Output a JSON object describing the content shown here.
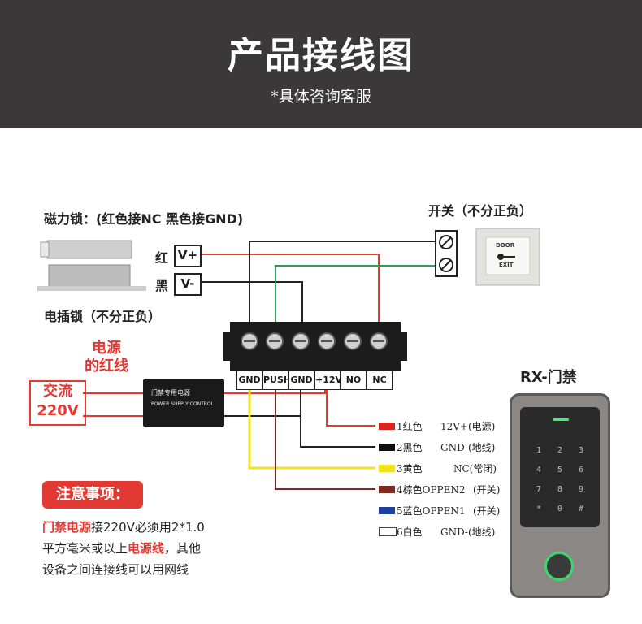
{
  "header": {
    "title": "产品接线图",
    "subtitle": "*具体咨询客服"
  },
  "maglock": {
    "title": "磁力锁：(红色接NC 黑色接GND)",
    "caption": "电插锁（不分正负）",
    "red_mark": "红",
    "black_mark": "黑",
    "vplus": "V+",
    "vminus": "V-"
  },
  "exit_switch": {
    "title": "开关（不分正负）",
    "button_top": "DOOR",
    "button_bottom": "EXIT"
  },
  "power": {
    "note": "电源\n的红线",
    "ac_label": "交流\n220V",
    "supply_line1": "门禁专用电源",
    "supply_line2": "POWER SUPPLY CONTROL"
  },
  "terminals": [
    "GND",
    "PUSH",
    "GND",
    "+12V",
    "NO",
    "NC"
  ],
  "device": {
    "title": "RX-门禁",
    "keys": [
      "1",
      "2",
      "3",
      "4",
      "5",
      "6",
      "7",
      "8",
      "9",
      "*",
      "0",
      "#"
    ]
  },
  "legend": [
    {
      "num": "1红色",
      "val": "12V+(电源)",
      "color": "#d9261c"
    },
    {
      "num": "2黑色",
      "val": "GND-(地线)",
      "color": "#111111"
    },
    {
      "num": "3黄色",
      "val": "NC(常闭)",
      "color": "#f2e21a"
    },
    {
      "num": "4棕色OPPEN2",
      "val": "(开关)",
      "color": "#7a2b22"
    },
    {
      "num": "5蓝色OPPEN1",
      "val": "(开关)",
      "color": "#1f3f9c"
    },
    {
      "num": "6白色",
      "val": "GND-(地线)",
      "color": "#ffffff"
    }
  ],
  "notice": {
    "badge": "注意事项：",
    "line1_red": "门禁电源",
    "line1_rest": "接220V必须用2*1.0",
    "line2_pre": "平方毫米或以上",
    "line2_red": "电源线",
    "line2_post": "，其他",
    "line3": "设备之间连接线可以用网线"
  }
}
